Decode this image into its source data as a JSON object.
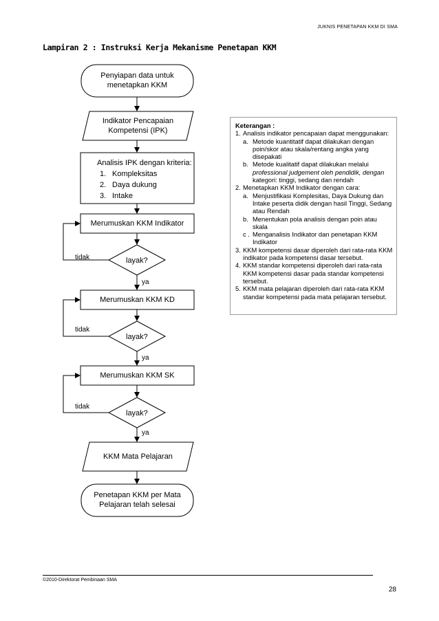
{
  "header": "JUKNIS PENETAPAN KKM DI SMA",
  "title": "Lampiran 2 : Instruksi Kerja Mekanisme Penetapan KKM",
  "flow": {
    "start": [
      "Penyiapan data untuk",
      "menetapkan KKM"
    ],
    "ipk": [
      "Indikator Pencapaian",
      "Kompetensi (IPK)"
    ],
    "analysis_title": "Analisis IPK dengan kriteria:",
    "criteria": [
      {
        "num": "1.",
        "text": "Kompleksitas"
      },
      {
        "num": "2.",
        "text": "Daya dukung"
      },
      {
        "num": "3.",
        "text": "Intake"
      }
    ],
    "step_indikator": "Merumuskan KKM Indikator",
    "step_kd": "Merumuskan KKM KD",
    "step_sk": "Merumuskan KKM SK",
    "decision": "layak?",
    "yes": "ya",
    "no": "tidak",
    "kkm_mapel": "KKM Mata Pelajaran",
    "end": [
      "Penetapan KKM per Mata",
      "Pelajaran telah selesai"
    ]
  },
  "notes": {
    "heading": "Keterangan :",
    "items": [
      {
        "num": "1.",
        "text": "Analisis indikator pencapaian dapat menggunakan:",
        "subs": [
          {
            "num": "a.",
            "lines": [
              "Metode kuantitatif dapat dilakukan dengan",
              "poin/skor atau skala/rentang angka yang",
              "disepakati"
            ]
          },
          {
            "num": "b.",
            "lines": [
              "Metode kualitatif dapat dilakukan melalui",
              "professional judgement oleh pendidik, dengan",
              "kategori: tinggi, sedang dan rendah"
            ]
          }
        ]
      },
      {
        "num": "2.",
        "text": "Menetapkan KKM Indikator dengan cara:",
        "subs": [
          {
            "num": "a.",
            "lines": [
              "Menjustifikasi Komplesitas, Daya Dukung dan",
              "Intake peserta didik dengan hasil Tinggi, Sedang",
              "atau Rendah"
            ]
          },
          {
            "num": "b.",
            "lines": [
              "Menentukan pola analisis dengan poin atau skala"
            ]
          },
          {
            "num": "c .",
            "lines": [
              "Menganalisis Indikator dan penetapan KKM",
              "Indikator"
            ]
          }
        ]
      },
      {
        "num": "3.",
        "lines": [
          "KKM kompetensi dasar diperoleh dari rata-rata KKM",
          "indikator pada kompetensi dasar tersebut."
        ]
      },
      {
        "num": "4.",
        "lines": [
          "KKM standar kompetensi diperoleh dari rata-rata",
          "KKM kompetensi dasar pada standar kompetensi",
          "tersebut."
        ]
      },
      {
        "num": "5.",
        "lines": [
          "KKM mata pelajaran diperoleh dari rata-rata KKM",
          "standar kompetensi pada mata pelajaran tersebut."
        ]
      }
    ]
  },
  "footer": "©2010-Direktorat Pembinaan SMA",
  "page_number": "28"
}
